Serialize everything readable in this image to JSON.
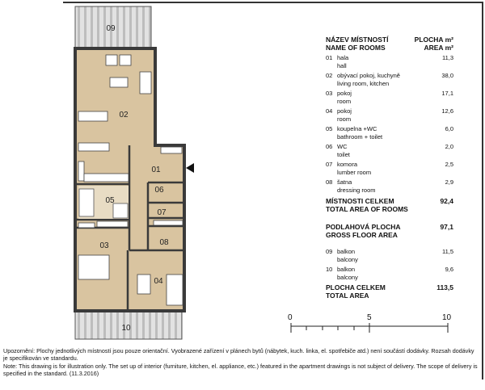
{
  "legend": {
    "header_name_cz": "NÁZEV MÍSTNOSTÍ",
    "header_name_en": "NAME OF ROOMS",
    "header_area_cz": "PLOCHA m²",
    "header_area_en": "AREA m²",
    "rooms": [
      {
        "num": "01",
        "cz": "hala",
        "en": "hall",
        "area": "11,3"
      },
      {
        "num": "02",
        "cz": "obývací pokoj, kuchyně",
        "en": "living room, kitchen",
        "area": "38,0"
      },
      {
        "num": "03",
        "cz": "pokoj",
        "en": "room",
        "area": "17,1"
      },
      {
        "num": "04",
        "cz": "pokoj",
        "en": "room",
        "area": "12,6"
      },
      {
        "num": "05",
        "cz": "koupelna +WC",
        "en": "bathroom + toilet",
        "area": "6,0"
      },
      {
        "num": "06",
        "cz": "WC",
        "en": "toilet",
        "area": "2,0"
      },
      {
        "num": "07",
        "cz": "komora",
        "en": "lumber room",
        "area": "2,5"
      },
      {
        "num": "08",
        "cz": "šatna",
        "en": "dressing room",
        "area": "2,9"
      }
    ],
    "total_rooms_cz": "MÍSTNOSTI CELKEM",
    "total_rooms_en": "TOTAL AREA OF ROOMS",
    "total_rooms_value": "92,4",
    "gross_cz": "PODLAHOVÁ PLOCHA",
    "gross_en": "GROSS FLOOR AREA",
    "gross_value": "97,1",
    "balconies": [
      {
        "num": "09",
        "cz": "balkon",
        "en": "balcony",
        "area": "11,5"
      },
      {
        "num": "10",
        "cz": "balkon",
        "en": "balcony",
        "area": "9,6"
      }
    ],
    "total_cz": "PLOCHA CELKEM",
    "total_en": "TOTAL AREA",
    "total_value": "113,5"
  },
  "plan": {
    "labels": [
      "09",
      "02",
      "01",
      "05",
      "06",
      "07",
      "03",
      "08",
      "04",
      "10"
    ],
    "colors": {
      "room": "#d9c4a0",
      "wall": "#3a3a3a",
      "balcony": "#d6d6d6"
    }
  },
  "scale": {
    "ticks": [
      "0",
      "5",
      "10"
    ]
  },
  "note": {
    "cz": "Upozornění: Plochy jednotlivých místností jsou pouze orientační. Vyobrazené zařízení v plánech bytů (nábytek, kuch. linka, el. spotřebiče atd.) není součástí dodávky. Rozsah dodávky je specifikován ve standardu.",
    "en": "Note: This drawing is for illustration only. The set up of interior (furniture, kitchen, el. appliance, etc.) featured in the apartment drawings is not subject of delivery. The scope of delivery is specified in the standard. (11.3.2016)"
  }
}
